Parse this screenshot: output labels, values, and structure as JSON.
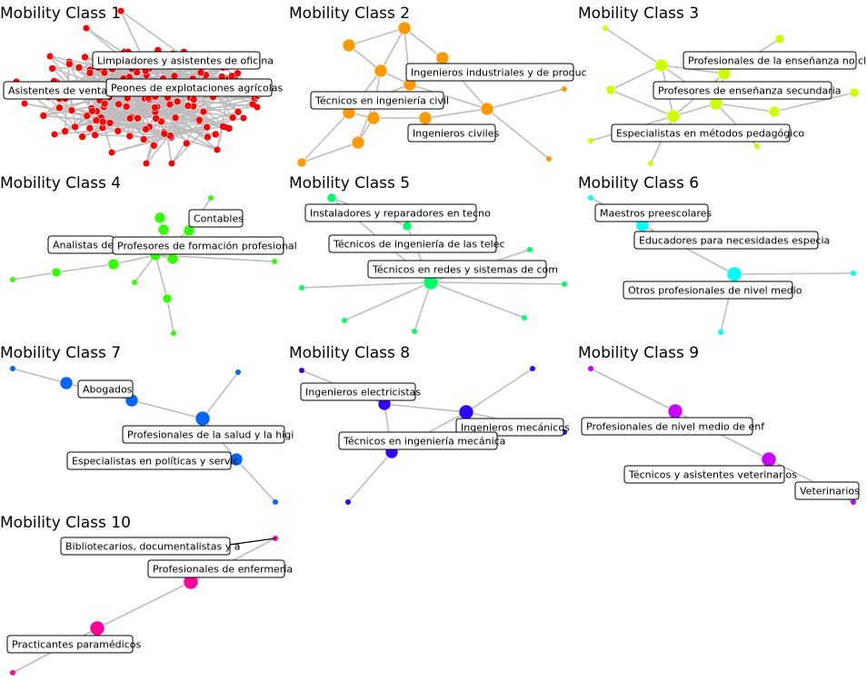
{
  "figure": {
    "panels": [
      {
        "title": "Mobility Class  1",
        "color": "#ff0000",
        "labels": [
          "Limpiadores y asistentes de oficina",
          "Asistentes de venta d",
          "Peones de explotaciones agrícolas"
        ]
      },
      {
        "title": "Mobility Class  2",
        "color": "#ff9900",
        "labels": [
          "Ingenieros industriales y de produc",
          "Técnicos en ingeniería civil",
          "Ingenieros civiles"
        ]
      },
      {
        "title": "Mobility Class  3",
        "color": "#ccff00",
        "labels": [
          "Profesionales de la enseñanza no cl",
          "Profesores de enseñanza secundaria",
          "Especialistas en métodos pedagógico"
        ]
      },
      {
        "title": "Mobility Class  4",
        "color": "#33ff00",
        "labels": [
          "Contables",
          "Analistas de",
          "Profesores de formación profesional"
        ]
      },
      {
        "title": "Mobility Class  5",
        "color": "#00ff66",
        "labels": [
          "Instaladores y reparadores en tecno",
          "Técnicos de ingeniería de las telec",
          "Técnicos en redes y sistemas de com"
        ]
      },
      {
        "title": "Mobility Class  6",
        "color": "#00ffff",
        "labels": [
          "Maestros preescolares",
          "Educadores para necesidades especia",
          "Otros profesionales de nivel medio"
        ]
      },
      {
        "title": "Mobility Class  7",
        "color": "#0066ff",
        "labels": [
          "Abogados",
          "Profesionales de la salud y la higi",
          "Especialistas en políticas y servic"
        ]
      },
      {
        "title": "Mobility Class  8",
        "color": "#3300ff",
        "labels": [
          "Ingenieros electricistas",
          "Ingenieros mecánicos",
          "Técnicos en ingeniería mecánica"
        ]
      },
      {
        "title": "Mobility Class  9",
        "color": "#cc00ff",
        "labels": [
          "Profesionales de nivel medio de enf",
          "Técnicos y asistentes veterinarios",
          "Veterinarios"
        ]
      },
      {
        "title": "Mobility Class  10",
        "color": "#ff0099",
        "labels": [
          "Bibliotecarios, documentalistas y a",
          "Profesionales de enfermería",
          "Practicantes paramédicos"
        ]
      }
    ]
  }
}
